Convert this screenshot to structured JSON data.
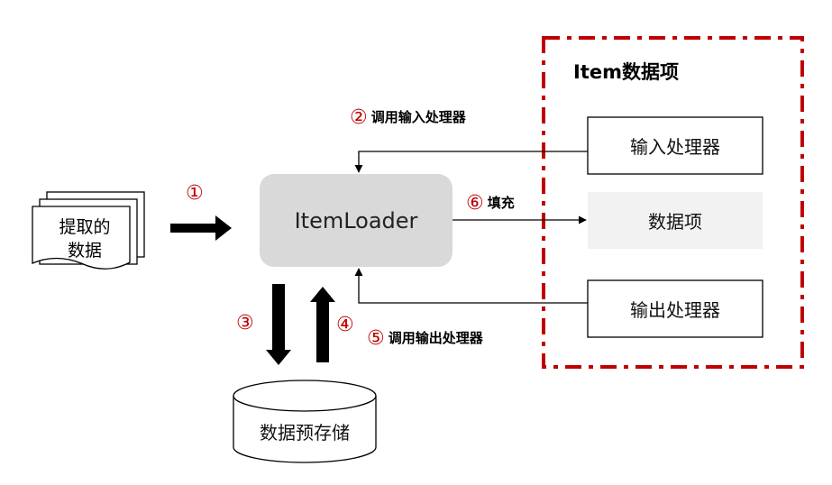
{
  "source": {
    "line1": "提取的",
    "line2": "数据"
  },
  "loader": {
    "label": "ItemLoader"
  },
  "item_panel": {
    "title": "Item数据项",
    "input_processor": "输入处理器",
    "data_item": "数据项",
    "output_processor": "输出处理器"
  },
  "storage": {
    "label": "数据预存储"
  },
  "steps": {
    "s1": {
      "num": "①"
    },
    "s2": {
      "num": "②",
      "text": "调用输入处理器"
    },
    "s3": {
      "num": "③"
    },
    "s4": {
      "num": "④"
    },
    "s5": {
      "num": "⑤",
      "text": "调用输出处理器"
    },
    "s6": {
      "num": "⑥",
      "text": "填充"
    }
  },
  "colors": {
    "accent_red": "#c00000",
    "loader_fill": "#d9d9d9",
    "data_item_fill": "#f2f2f2"
  }
}
